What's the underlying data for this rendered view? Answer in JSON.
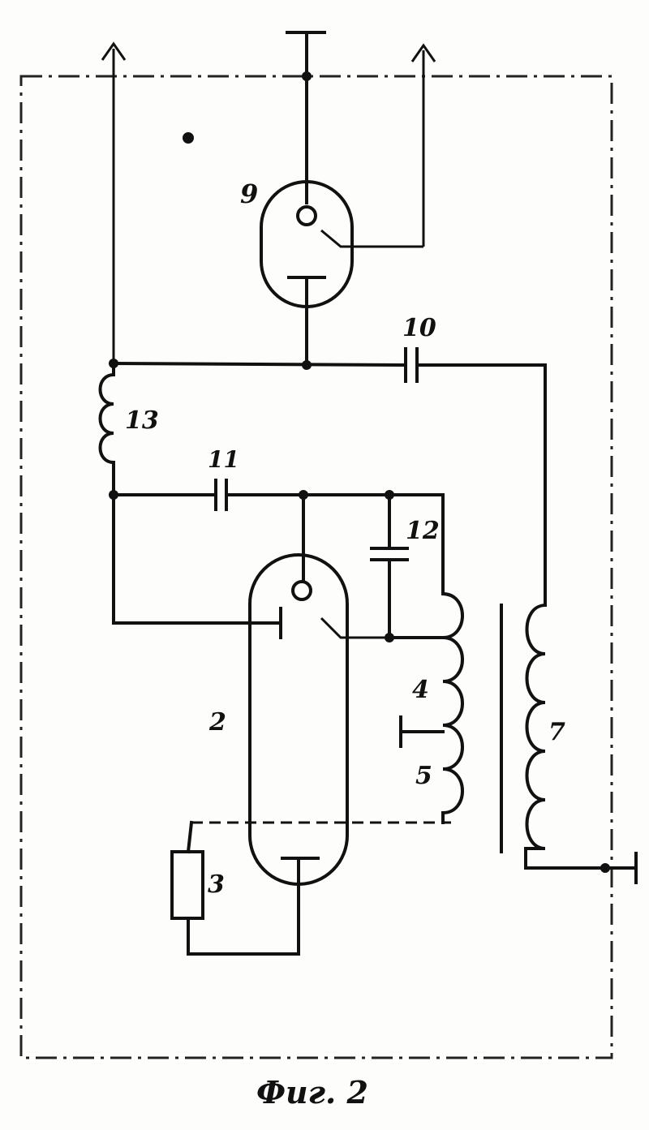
{
  "labels": {
    "tube_upper": "9",
    "capacitor_10": "10",
    "inductor_13": "13",
    "capacitor_11": "11",
    "capacitor_12": "12",
    "tube_lower": "2",
    "coil_4": "4",
    "coil_5": "5",
    "coil_7": "7",
    "resistor_3": "3"
  },
  "caption": "Фиг. 2",
  "colors": {
    "ink": "#111111",
    "paper": "#fdfdfb"
  }
}
